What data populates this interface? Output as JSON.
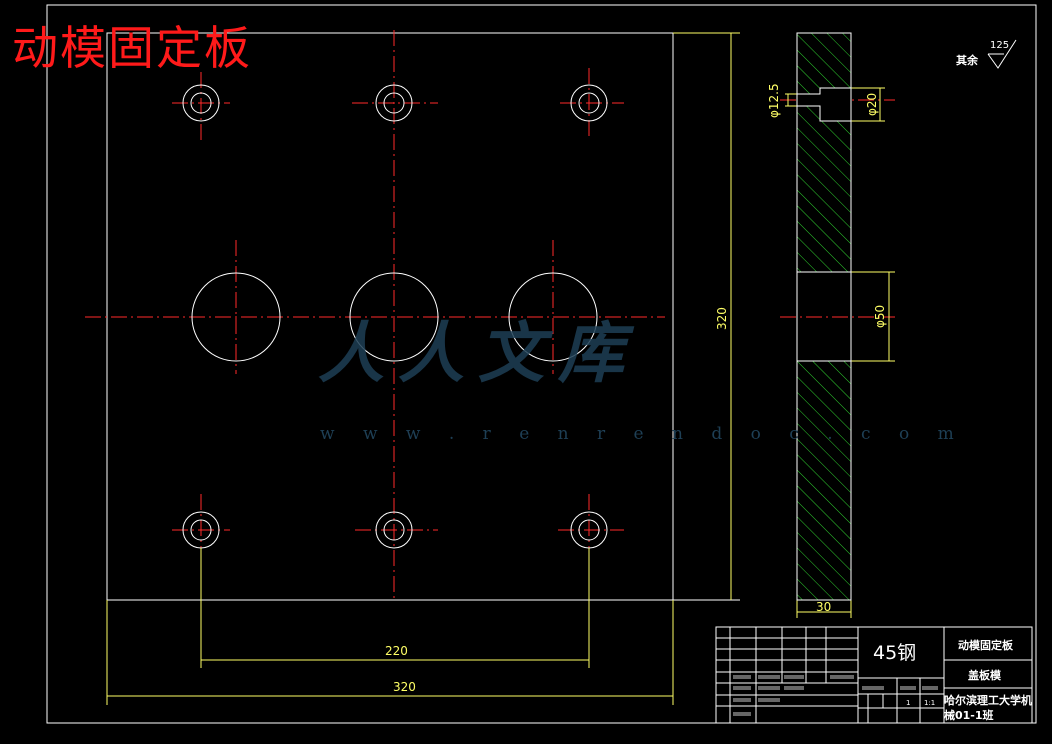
{
  "title": "动模固定板",
  "watermark": {
    "text": "人人文库",
    "url": "w w w . r e n r e n d o c . c o m"
  },
  "dimensions": {
    "width_total": "320",
    "height_total": "320",
    "hole_spacing": "220",
    "thickness": "30",
    "dia_small": "φ12.5",
    "dia_counterbore": "φ20",
    "dia_large": "φ50"
  },
  "surface": {
    "label": "其余",
    "value": "125"
  },
  "title_block": {
    "material": "45钢",
    "part_name": "动模固定板",
    "assembly": "盖板模",
    "school": "哈尔滨理工大学机",
    "class": "械01-1班",
    "scale": "1:1",
    "count": "1"
  },
  "colors": {
    "outline": "#ffffff",
    "centerline": "#ff2a2a",
    "dimension": "#ffff66",
    "hatch": "#2fd02f"
  }
}
